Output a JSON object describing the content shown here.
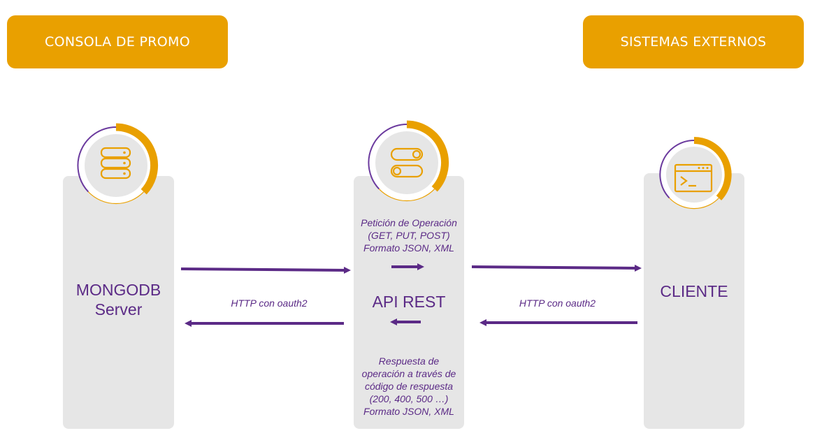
{
  "headers": {
    "left": "CONSOLA DE PROMO",
    "right": "SISTEMAS EXTERNOS"
  },
  "nodes": {
    "mongo": {
      "line1": "MONGODB",
      "line2": "Server",
      "icon": "database-icon"
    },
    "api": {
      "label": "API REST",
      "icon": "toggle-switches-icon"
    },
    "client": {
      "label": "CLIENTE",
      "icon": "terminal-window-icon"
    }
  },
  "notes": {
    "request": [
      "Petición de Operación",
      "(GET, PUT, POST)",
      "Formato JSON, XML"
    ],
    "response": [
      "Respuesta de",
      "operación a través de",
      "código de respuesta",
      "(200, 400, 500 …)",
      "Formato JSON, XML"
    ],
    "http_left": "HTTP con oauth2",
    "http_right": "HTTP con oauth2"
  },
  "colors": {
    "accent": "#E9A000",
    "purple": "#5B2A86",
    "panel": "#E6E6E6",
    "icon_bg": "#E6E6E6"
  }
}
